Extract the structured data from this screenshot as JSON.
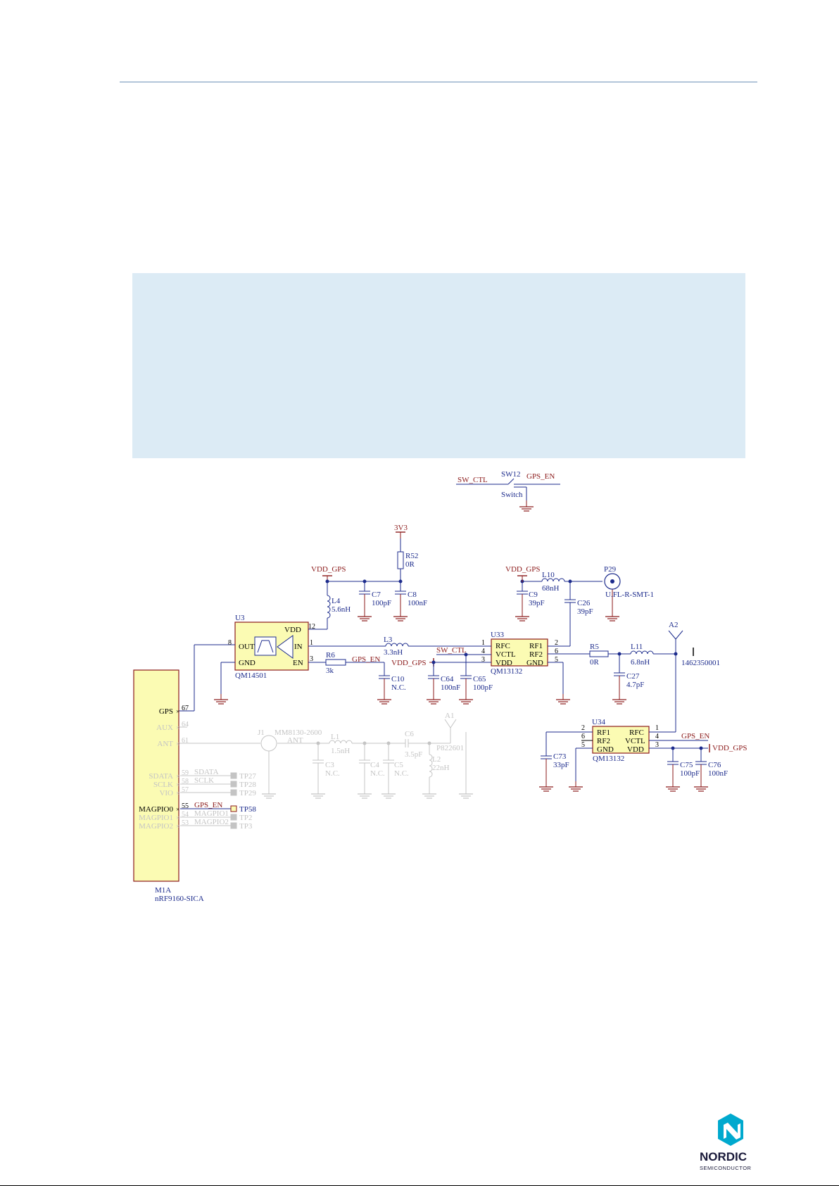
{
  "brand": {
    "name": "NORDIC",
    "tagline": "SEMICONDUCTOR"
  },
  "schematic": {
    "nets": {
      "sw_ctl": "SW_CTL",
      "gps_en": "GPS_EN",
      "vdd_gps": "VDD_GPS",
      "v3v3": "3V3"
    },
    "sw12": {
      "ref": "SW12",
      "value": "Switch"
    },
    "r52": {
      "ref": "R52",
      "value": "0R"
    },
    "c7": {
      "ref": "C7",
      "value": "100pF"
    },
    "c8": {
      "ref": "C8",
      "value": "100nF"
    },
    "l4": {
      "ref": "L4",
      "value": "5.6nH"
    },
    "u3": {
      "ref": "U3",
      "value": "QM14501",
      "pins": {
        "out": "OUT",
        "gnd": "GND",
        "vdd": "VDD",
        "in": "IN",
        "en": "EN"
      },
      "pin_numbers": {
        "out": "8",
        "vdd": "12",
        "in": "1",
        "en": "3"
      }
    },
    "l3": {
      "ref": "L3",
      "value": "3.3nH"
    },
    "r6": {
      "ref": "R6",
      "value": "3k"
    },
    "c10": {
      "ref": "C10",
      "value": "N.C."
    },
    "c64": {
      "ref": "C64",
      "value": "100nF"
    },
    "c65": {
      "ref": "C65",
      "value": "100pF"
    },
    "u33": {
      "ref": "U33",
      "value": "QM13132",
      "pins": {
        "rfc": "RFC",
        "vctl": "VCTL",
        "vdd": "VDD",
        "rf1": "RF1",
        "rf2": "RF2",
        "gnd": "GND"
      },
      "pin_numbers": {
        "rfc": "1",
        "vctl": "4",
        "vdd": "3",
        "rf1": "2",
        "rf2": "6",
        "gnd": "5"
      }
    },
    "c9": {
      "ref": "C9",
      "value": "39pF"
    },
    "l10": {
      "ref": "L10",
      "value": "68nH"
    },
    "p29": {
      "ref": "P29",
      "value": "U.FL-R-SMT-1"
    },
    "c26": {
      "ref": "C26",
      "value": "39pF"
    },
    "r5": {
      "ref": "R5",
      "value": "0R"
    },
    "l11": {
      "ref": "L11",
      "value": "6.8nH"
    },
    "c27": {
      "ref": "C27",
      "value": "4.7pF"
    },
    "a2": {
      "ref": "A2",
      "value": "1462350001"
    },
    "u34": {
      "ref": "U34",
      "value": "QM13132",
      "pins": {
        "rf1": "RF1",
        "rf2": "RF2",
        "gnd": "GND",
        "rfc": "RFC",
        "vctl": "VCTL",
        "vdd": "VDD"
      },
      "pin_numbers": {
        "rf1": "2",
        "rf2": "6",
        "gnd": "5",
        "rfc": "1",
        "vctl": "4",
        "vdd": "3"
      }
    },
    "c73": {
      "ref": "C73",
      "value": "33pF"
    },
    "c75": {
      "ref": "C75",
      "value": "100pF"
    },
    "c76": {
      "ref": "C76",
      "value": "100nF"
    },
    "m1a": {
      "ref": "M1A",
      "value": "nRF9160-SICA",
      "pins": [
        {
          "name": "GPS",
          "num": "67",
          "faded": false
        },
        {
          "name": "AUX",
          "num": "64",
          "faded": true
        },
        {
          "name": "ANT",
          "num": "61",
          "faded": true
        },
        {
          "name": "SDATA",
          "num": "59",
          "faded": true
        },
        {
          "name": "SCLK",
          "num": "58",
          "faded": true
        },
        {
          "name": "VIO",
          "num": "57",
          "faded": true
        },
        {
          "name": "MAGPIO0",
          "num": "55",
          "faded": false
        },
        {
          "name": "MAGPIO1",
          "num": "54",
          "faded": true
        },
        {
          "name": "MAGPIO2",
          "num": "53",
          "faded": true
        }
      ]
    },
    "test_points": [
      {
        "ref": "TP27",
        "net": "SDATA",
        "faded": true
      },
      {
        "ref": "TP28",
        "net": "SCLK",
        "faded": true
      },
      {
        "ref": "TP29",
        "net": "",
        "faded": true
      },
      {
        "ref": "TP58",
        "net": "GPS_EN",
        "faded": false
      },
      {
        "ref": "TP2",
        "net": "MAGPIO1",
        "faded": true
      },
      {
        "ref": "TP3",
        "net": "MAGPIO2",
        "faded": true
      }
    ],
    "faded_parts": {
      "j1": {
        "ref": "J1",
        "value": "MM8130-2600",
        "net": "ANT"
      },
      "l1": {
        "ref": "L1",
        "value": "1.5nH"
      },
      "c3": {
        "ref": "C3",
        "value": "N.C."
      },
      "c4": {
        "ref": "C4",
        "value": "N.C."
      },
      "c5": {
        "ref": "C5",
        "value": "N.C."
      },
      "c6": {
        "ref": "C6",
        "value": "3.5pF"
      },
      "l2": {
        "ref": "L2",
        "value": "22nH"
      },
      "a1": {
        "ref": "A1",
        "value": "P822601"
      }
    }
  },
  "colors": {
    "wire": "#1c2b8c",
    "net_red": "#8b1a1a",
    "faded": "#c4c4c4",
    "ic_fill": "#fbfbb3",
    "ic_stroke": "#8b1a1a",
    "note_bg": "#dcebf5",
    "brand": "#00a9ce"
  }
}
